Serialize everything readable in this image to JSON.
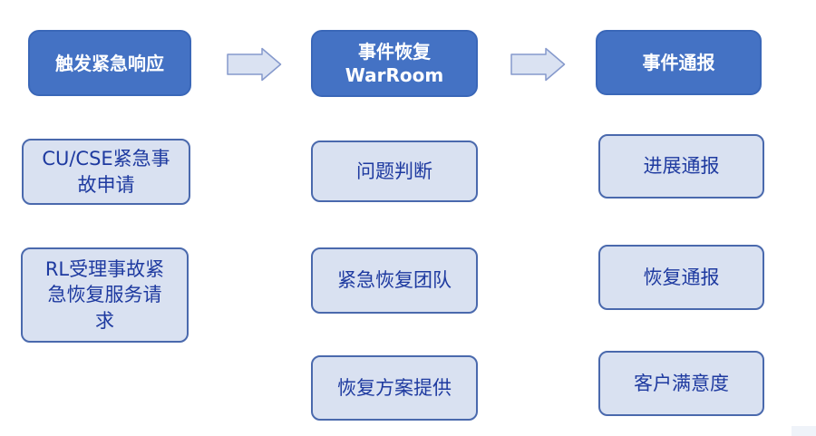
{
  "flow": {
    "stages": [
      {
        "header": "触发紧急响应",
        "items": [
          "CU/CSE紧急事\n故申请",
          "RL受理事故紧\n急恢复服务请\n求"
        ]
      },
      {
        "header": "事件恢复\nWarRoom",
        "items": [
          "问题判断",
          "紧急恢复团队",
          "恢复方案提供"
        ]
      },
      {
        "header": "事件通报",
        "items": [
          "进展通报",
          "恢复通报",
          "客户满意度"
        ]
      }
    ],
    "colors": {
      "header_fill": "#4472C4",
      "header_text": "#FFFFFF",
      "node_fill": "#D9E1F1",
      "node_border": "#4A69AD",
      "node_text": "#1E3AA0",
      "arrow_fill": "#DAE2F2",
      "arrow_border": "#8599CC",
      "background": "#FFFFFF"
    }
  }
}
